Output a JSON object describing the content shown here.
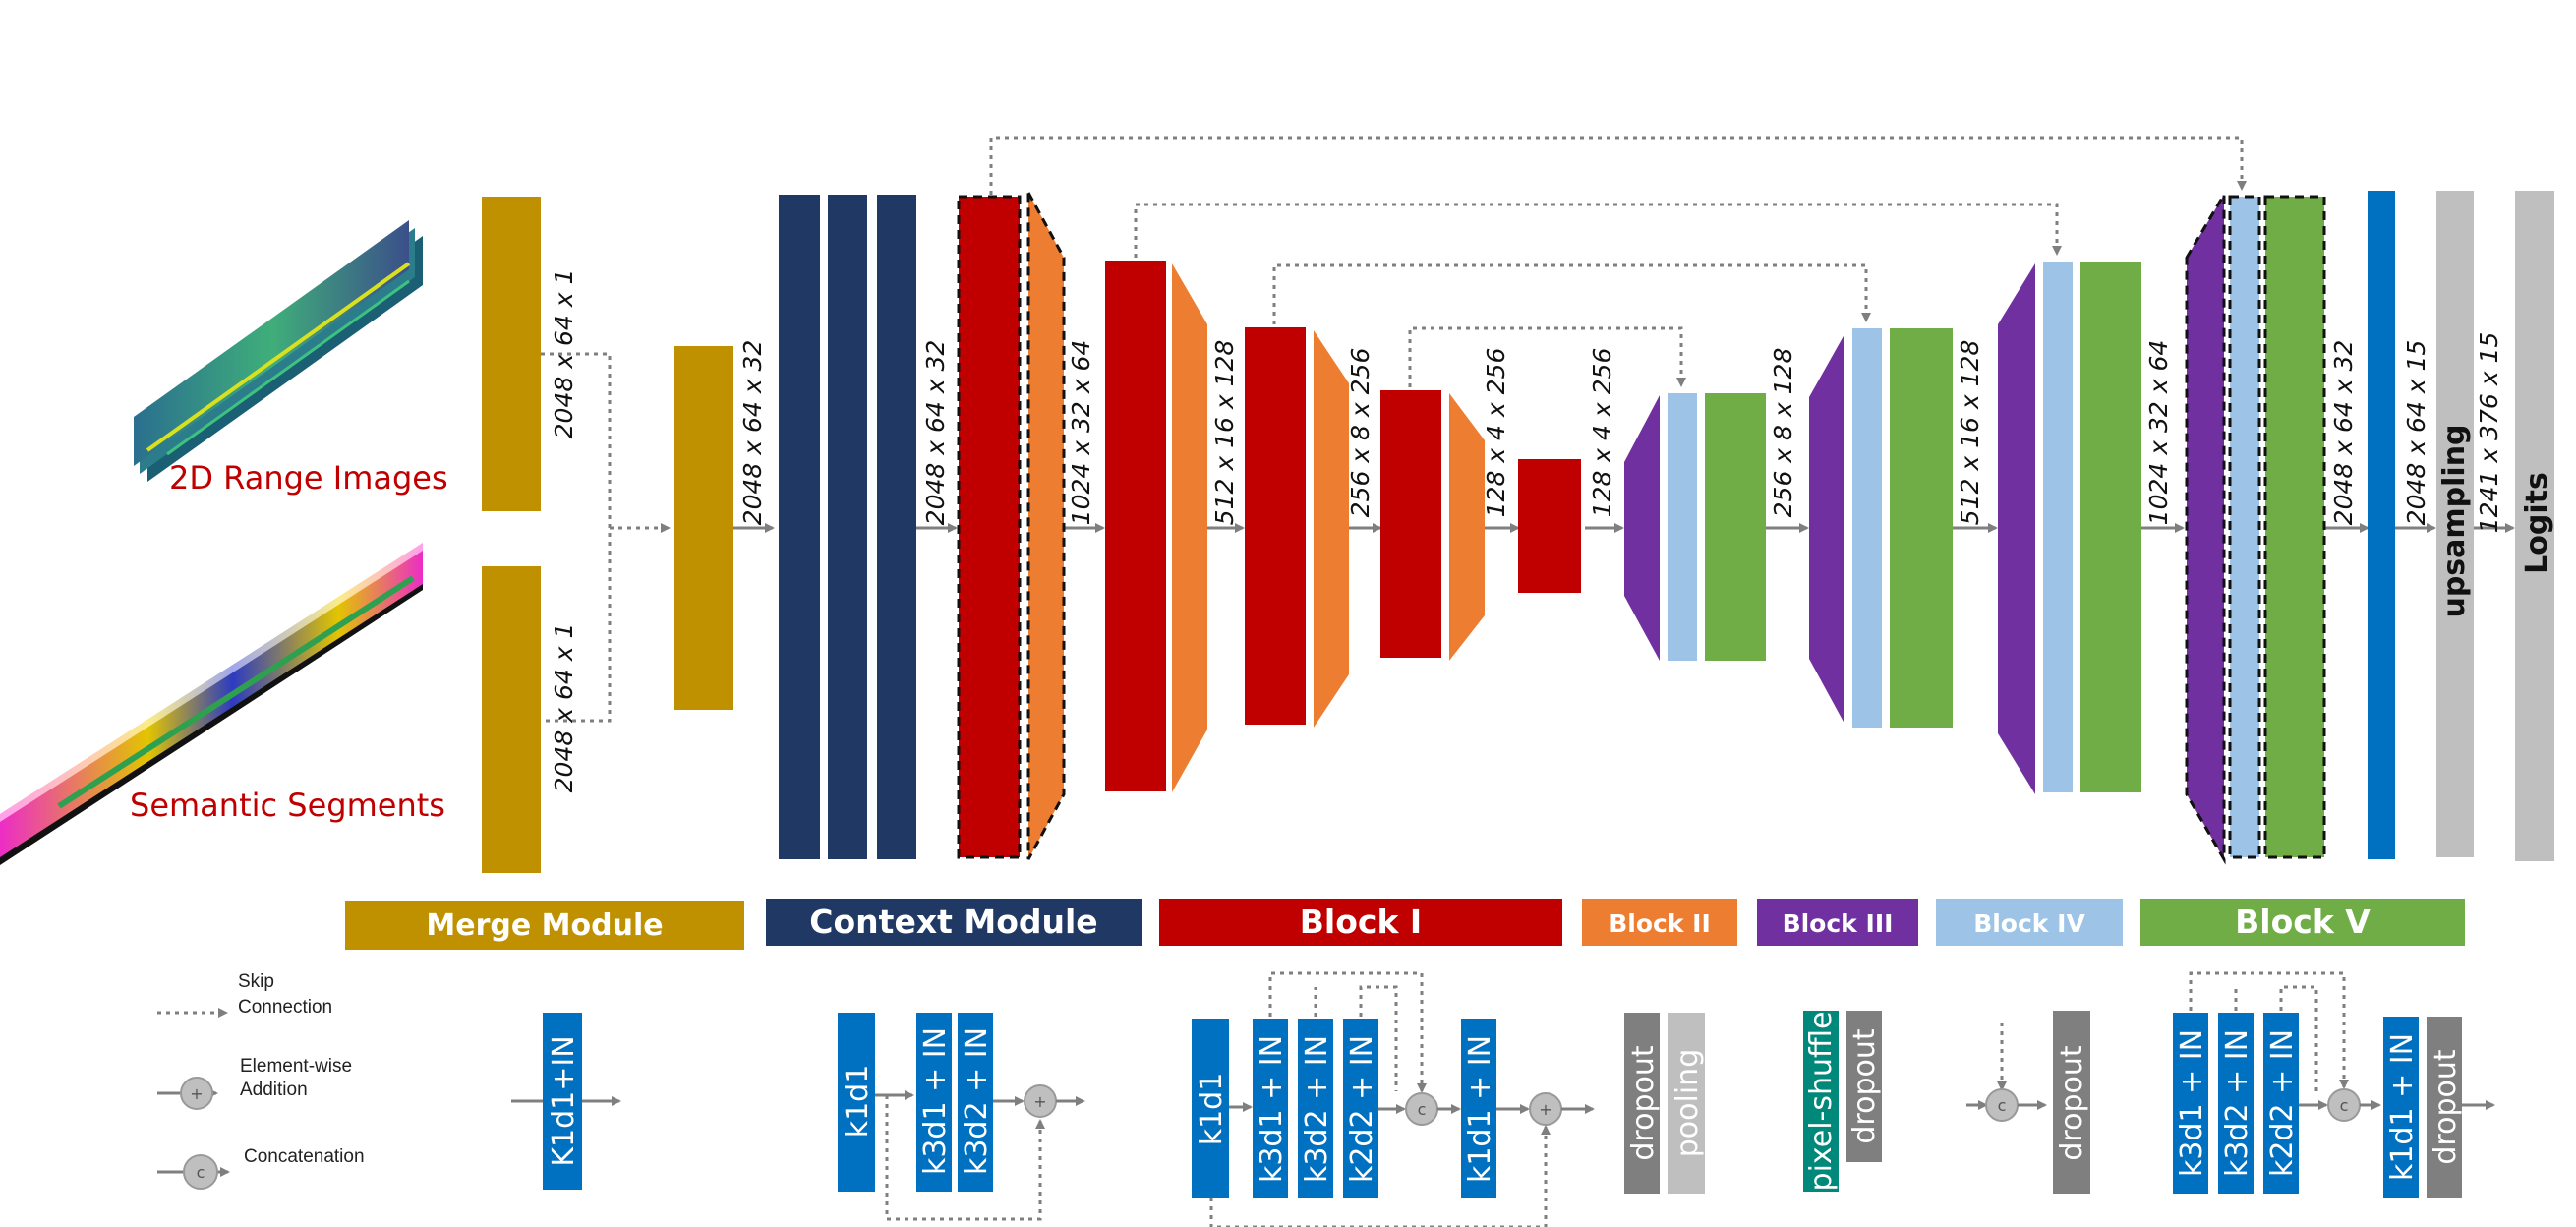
{
  "inputs": {
    "range_label": "2D Range Images",
    "semantic_label": "Semantic Segments"
  },
  "dims": {
    "range_in": "2048 x 64 x 1",
    "sem_in": "2048 x 64 x 1",
    "merge_out": "2048 x 64 x 32",
    "context_out": "2048 x 64 x 32",
    "enc1": "1024 x 32 x 64",
    "enc2": "512 x 16 x 128",
    "enc3": "256 x 8 x 256",
    "enc4": "128 x 4 x 256",
    "bottleneck": "128 x 4 x 256",
    "dec1": "256 x 8 x 128",
    "dec2": "512 x 16 x 128",
    "dec3": "1024 x 32 x 64",
    "dec4": "2048 x 64 x 32",
    "head": "2048 x 64 x 15",
    "up": "1241 x 376 x 15"
  },
  "heads": {
    "upsampling": "upsampling",
    "logits": "Logits"
  },
  "legend": {
    "merge": "Merge Module",
    "context": "Context Module",
    "block1": "Block I",
    "block2": "Block II",
    "block3": "Block III",
    "block4": "Block IV",
    "block5": "Block V"
  },
  "key": {
    "skip": "Skip",
    "skip2": "Connection",
    "add": "Element-wise",
    "add2": "Addition",
    "concat": "Concatenation",
    "plus": "+",
    "c": "c"
  },
  "ops": {
    "merge_conv": "K1d1+IN",
    "ctx_k1d1": "k1d1",
    "ctx_k3d1": "k3d1 + IN",
    "ctx_k3d2": "k3d2 + IN",
    "b1_k1d1": "k1d1",
    "b1_k3d1": "k3d1 + IN",
    "b1_k3d2": "k3d2 + IN",
    "b1_k2d2": "k2d2 + IN",
    "b1_k1d1in": "k1d1 + IN",
    "b2_dropout": "dropout",
    "b2_pooling": "pooling",
    "b3_shuffle": "pixel-shuffle",
    "b3_dropout": "dropout",
    "b4_dropout": "dropout",
    "b5_k3d1": "k3d1 + IN",
    "b5_k3d2": "k3d2 + IN",
    "b5_k2d2": "k2d2 + IN",
    "b5_k1d1": "k1d1 + IN",
    "b5_dropout": "dropout"
  },
  "colors": {
    "merge": "#bf9000",
    "context": "#203864",
    "block1": "#c00000",
    "block2": "#ed7d31",
    "block3": "#7030a0",
    "block4": "#9dc3e6",
    "block5": "#70ad47",
    "conv": "#0070c0",
    "gray": "#7f7f7f",
    "lightgray": "#bfbfbf",
    "teal": "#00897b"
  }
}
